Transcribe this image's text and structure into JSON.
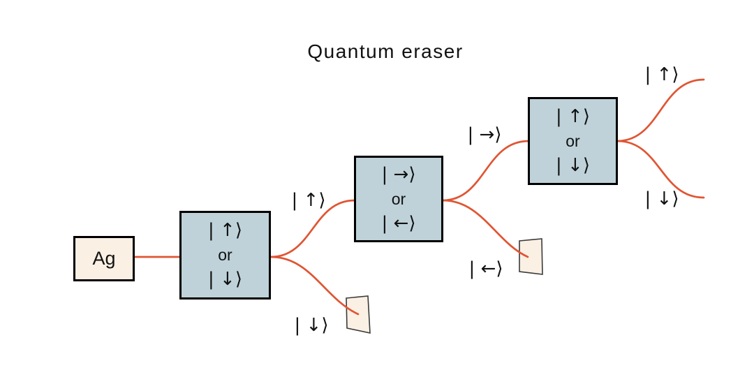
{
  "title": "Quantum eraser",
  "colors": {
    "beam": "#e05533",
    "analyzer_fill": "#bfd2d9",
    "box_border": "#000000",
    "source_fill": "#faf0e4",
    "detector_fill": "#faf0e4",
    "detector_stroke": "#3a3a3a",
    "text": "#111111",
    "background": "#ffffff"
  },
  "source": {
    "label": "Ag"
  },
  "analyzers": [
    {
      "line1": "| ↑⟩",
      "line2": "or",
      "line3": "| ↓⟩"
    },
    {
      "line1": "| →⟩",
      "line2": "or",
      "line3": "| ←⟩"
    },
    {
      "line1": "| ↑⟩",
      "line2": "or",
      "line3": "| ↓⟩"
    }
  ],
  "beam_labels": {
    "up_after_first": "| ↑⟩",
    "down_after_first": "| ↓⟩",
    "right_after_second": "| →⟩",
    "left_after_second": "| ←⟩",
    "up_after_third": "| ↑⟩",
    "down_after_third": "| ↓⟩"
  }
}
